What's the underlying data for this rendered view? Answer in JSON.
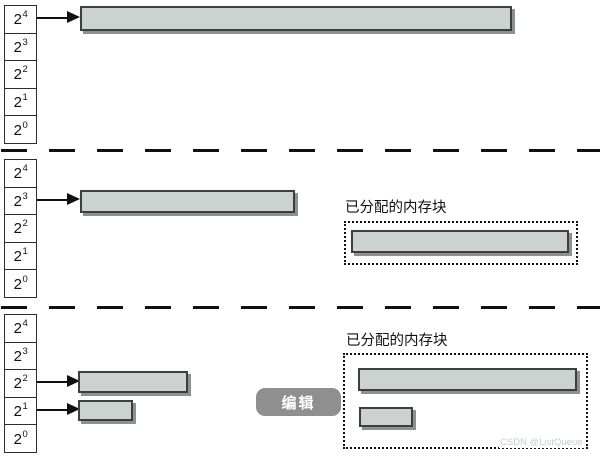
{
  "diagram": {
    "title_hint": "buddy-system memory allocation free lists",
    "free_list_orders": [
      {
        "base": "2",
        "exp": "4"
      },
      {
        "base": "2",
        "exp": "3"
      },
      {
        "base": "2",
        "exp": "2"
      },
      {
        "base": "2",
        "exp": "1"
      },
      {
        "base": "2",
        "exp": "0"
      }
    ],
    "allocated_label": "已分配的内存块",
    "edit_badge": "编辑",
    "watermark": "CSDN @ListQueue",
    "sections": [
      {
        "free_blocks": [
          {
            "order": 4
          }
        ],
        "allocated_blocks": []
      },
      {
        "free_blocks": [
          {
            "order": 3
          }
        ],
        "allocated_blocks": [
          {
            "order": 3
          }
        ]
      },
      {
        "free_blocks": [
          {
            "order": 2
          },
          {
            "order": 1
          }
        ],
        "allocated_blocks": [
          {
            "order": 3
          },
          {
            "order": 1
          }
        ]
      }
    ],
    "colors": {
      "block_fill": "#ccd2cf",
      "block_border": "#3d3f3e",
      "block_shadow": "#8d9190",
      "badge_bg": "#8f8f8f",
      "badge_text": "#ffffff",
      "line": "#101010",
      "watermark": "#c7cdd6"
    }
  }
}
